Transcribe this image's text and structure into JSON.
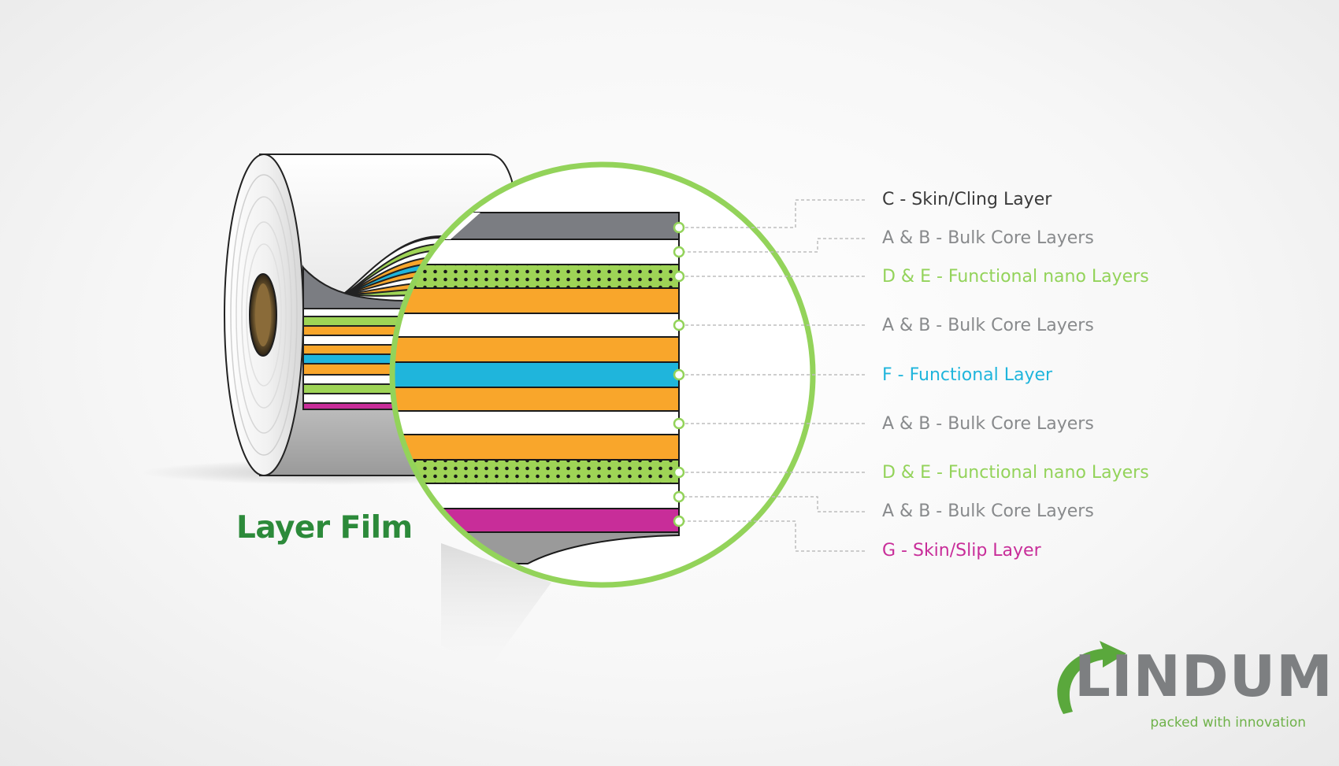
{
  "caption": "Layer Film",
  "brand": {
    "name": "LINDUM",
    "tagline": "packed with innovation"
  },
  "colors": {
    "ring": "#93d35a",
    "skin_cling": "#7b7d82",
    "bulk_core": "#ffffff",
    "nano": "#9ed456",
    "orange": "#f9a62b",
    "functional": "#1fb5dc",
    "skin_slip": "#c82d99",
    "caption": "#2c8a3a",
    "logo_grey": "#7d7f81",
    "logo_green": "#6fb24a"
  },
  "layer_labels": [
    {
      "text": "C - Skin/Cling Layer",
      "color": "#3a3a3a"
    },
    {
      "text": "A & B - Bulk Core Layers",
      "color": "#888a8c"
    },
    {
      "text": "D & E - Functional nano Layers",
      "color": "#93d35a"
    },
    {
      "text": "A & B - Bulk Core Layers",
      "color": "#888a8c"
    },
    {
      "text": "F - Functional Layer",
      "color": "#1fb5dc"
    },
    {
      "text": "A & B - Bulk Core Layers",
      "color": "#888a8c"
    },
    {
      "text": "D & E - Functional nano Layers",
      "color": "#93d35a"
    },
    {
      "text": "A & B - Bulk Core Layers",
      "color": "#888a8c"
    },
    {
      "text": "G - Skin/Slip Layer",
      "color": "#c82d99"
    }
  ],
  "layer_stack": [
    {
      "kind": "skin_cling"
    },
    {
      "kind": "bulk_core"
    },
    {
      "kind": "nano"
    },
    {
      "kind": "orange"
    },
    {
      "kind": "bulk_core"
    },
    {
      "kind": "orange"
    },
    {
      "kind": "functional"
    },
    {
      "kind": "orange"
    },
    {
      "kind": "bulk_core"
    },
    {
      "kind": "orange"
    },
    {
      "kind": "nano"
    },
    {
      "kind": "bulk_core"
    },
    {
      "kind": "skin_slip"
    }
  ]
}
